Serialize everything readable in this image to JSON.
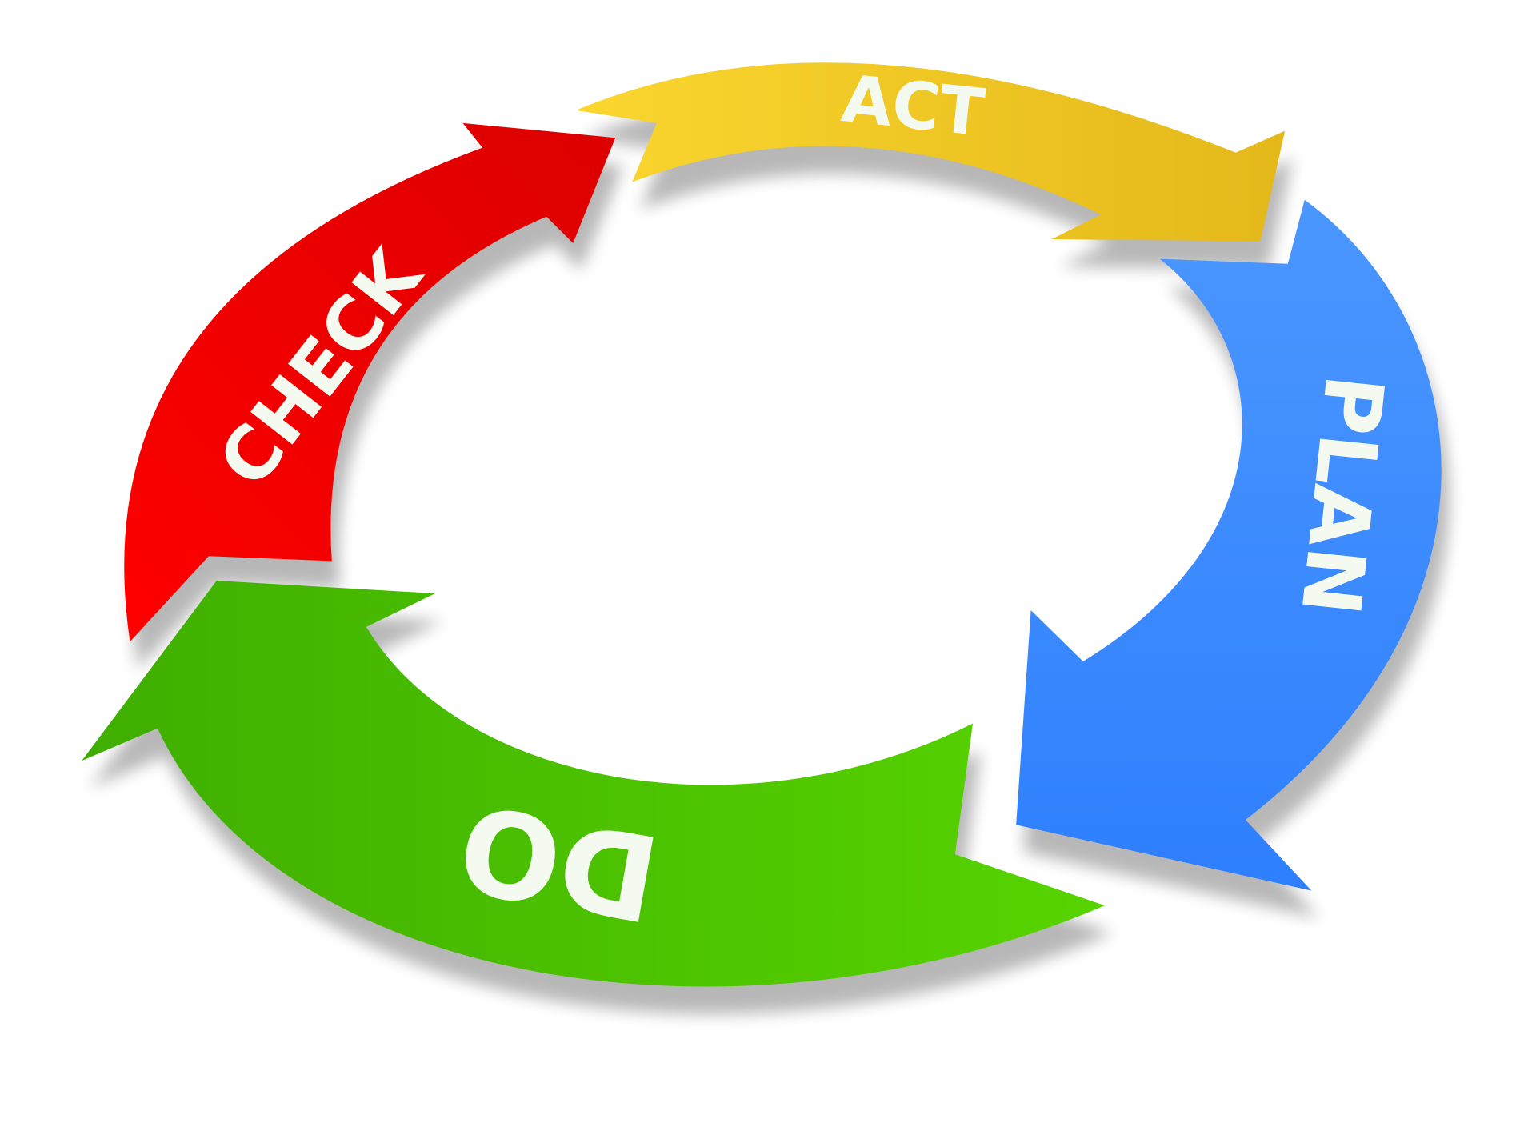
{
  "diagram": {
    "steps": [
      {
        "label": "ACT",
        "color_start": "#fad62f",
        "color_end": "#e4b81a"
      },
      {
        "label": "PLAN",
        "color_start": "#4b97ff",
        "color_end": "#2e7ffe"
      },
      {
        "label": "DO",
        "color_start": "#3fae00",
        "color_end": "#57d400"
      },
      {
        "label": "CHECK",
        "color_start": "#ff0000",
        "color_end": "#dc0000"
      }
    ],
    "flow": "cycle"
  }
}
